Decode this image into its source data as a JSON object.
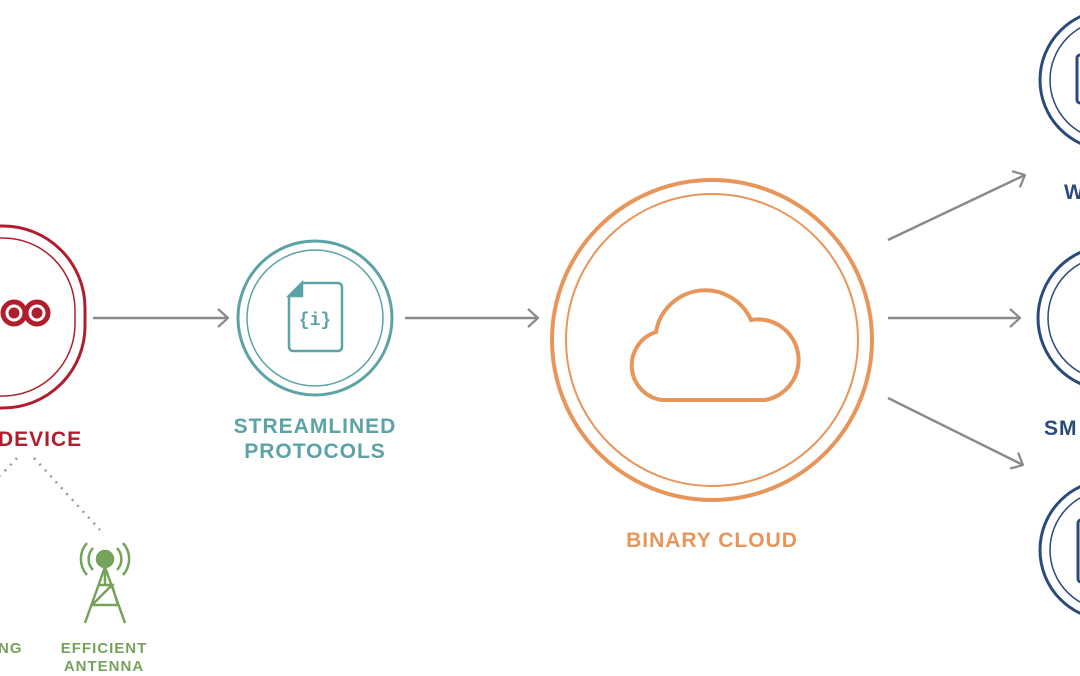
{
  "colors": {
    "device": "#b01e2d",
    "protocols": "#5ba3a5",
    "cloud": "#e8955a",
    "apps": "#2b4a7c",
    "antenna": "#75a35a",
    "arrow": "#8a8a8a"
  },
  "device": {
    "label": "DEVICE",
    "icon": "infinity-link-icon"
  },
  "left_feature": {
    "label": "NG"
  },
  "antenna": {
    "line1": "EFFICIENT",
    "line2": "ANTENNA",
    "icon": "antenna-tower-icon"
  },
  "protocols": {
    "line1": "STREAMLINED",
    "line2": "PROTOCOLS",
    "icon": "json-file-icon"
  },
  "cloud": {
    "label": "BINARY CLOUD",
    "icon": "cloud-icon"
  },
  "apps": [
    {
      "label": "W"
    },
    {
      "label": "SM"
    },
    {
      "label": ""
    }
  ]
}
